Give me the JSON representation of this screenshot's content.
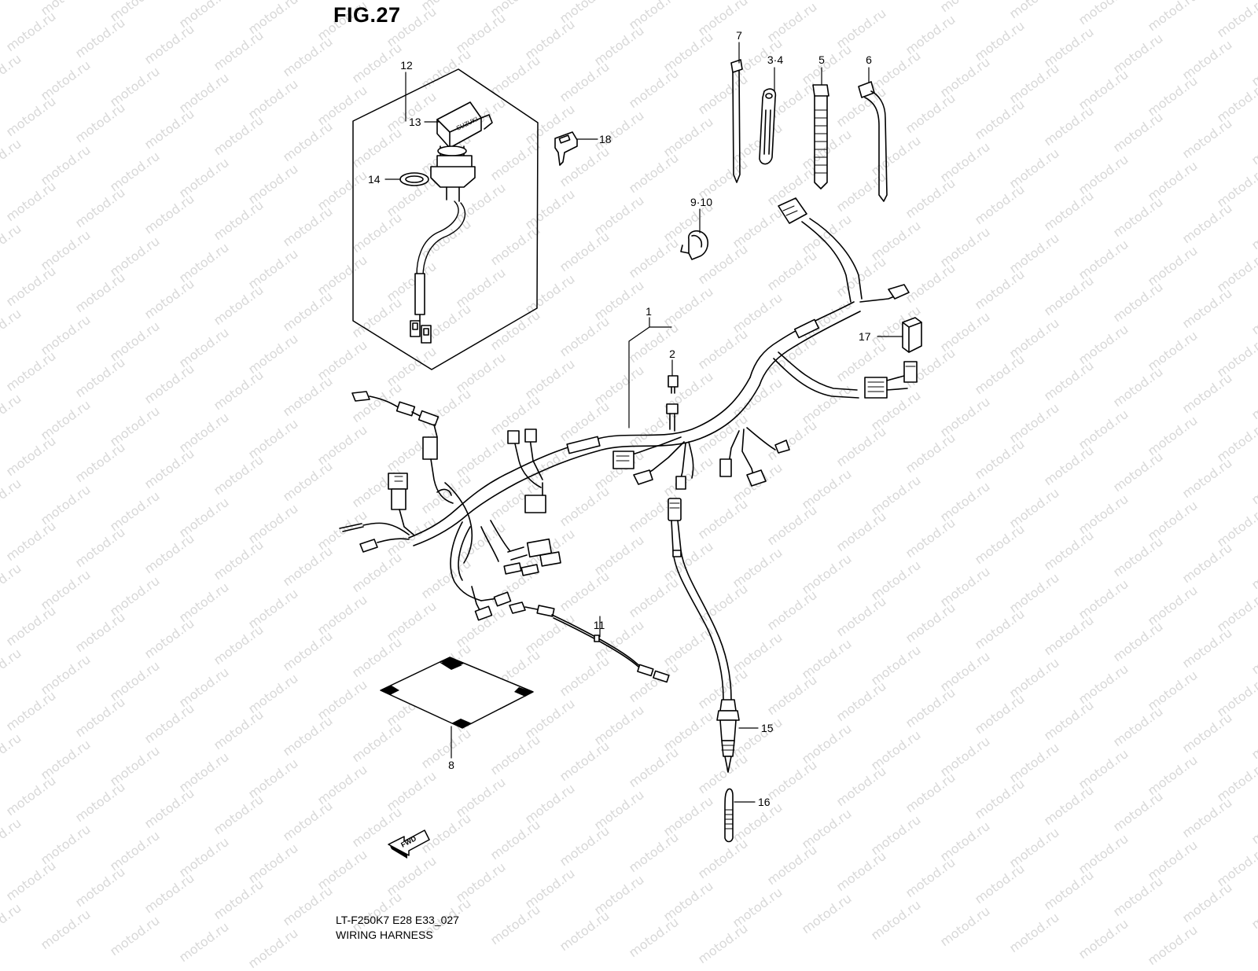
{
  "figure": {
    "title": "FIG.27",
    "footer_code": "LT-F250K7 E28 E33_027",
    "footer_name": "WIRING HARNESS",
    "watermark": "motod.ru",
    "fwd_label": "FWD",
    "key_brand": "SUZUKI"
  },
  "callouts": [
    "1",
    "2",
    "3·4",
    "5",
    "6",
    "7",
    "8",
    "9·10",
    "11",
    "12",
    "13",
    "14",
    "15",
    "16",
    "17",
    "18"
  ],
  "parts": [
    {
      "ref": "1",
      "name": "main-harness"
    },
    {
      "ref": "2",
      "name": "connector"
    },
    {
      "ref": "3·4",
      "name": "clamp"
    },
    {
      "ref": "5",
      "name": "band"
    },
    {
      "ref": "6",
      "name": "clamp-tie"
    },
    {
      "ref": "7",
      "name": "cable-tie"
    },
    {
      "ref": "8",
      "name": "mat"
    },
    {
      "ref": "9·10",
      "name": "clamp"
    },
    {
      "ref": "11",
      "name": "lead-wire"
    },
    {
      "ref": "12",
      "name": "ignition-switch-assy"
    },
    {
      "ref": "13",
      "name": "ignition-switch"
    },
    {
      "ref": "14",
      "name": "nut"
    },
    {
      "ref": "15",
      "name": "sensor"
    },
    {
      "ref": "16",
      "name": "cover"
    },
    {
      "ref": "17",
      "name": "relay"
    },
    {
      "ref": "18",
      "name": "key"
    }
  ],
  "colors": {
    "line": "#000000",
    "watermark": "#d8d8d8",
    "background": "#ffffff"
  }
}
